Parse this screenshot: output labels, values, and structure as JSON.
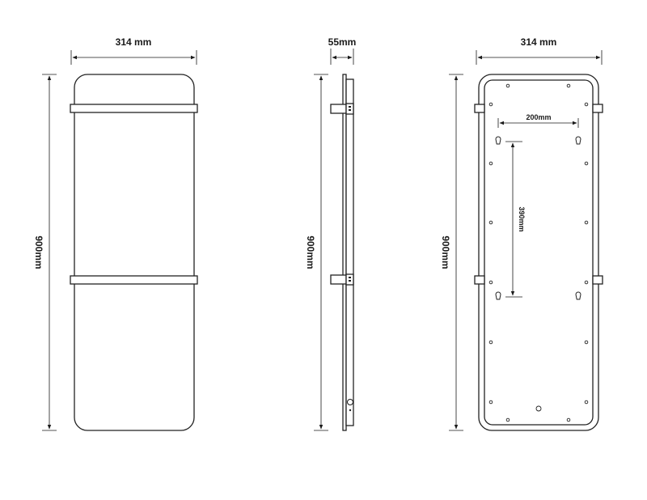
{
  "colors": {
    "line": "#1a1a1a",
    "background": "#ffffff"
  },
  "front_view": {
    "width_label": "314 mm",
    "height_label": "900mm"
  },
  "side_view": {
    "depth_label": "55mm",
    "height_label": "900mm"
  },
  "rear_view": {
    "width_label": "314 mm",
    "height_label": "900mm",
    "bracket_spacing_label": "200mm",
    "bracket_vertical_label": "390mm"
  }
}
